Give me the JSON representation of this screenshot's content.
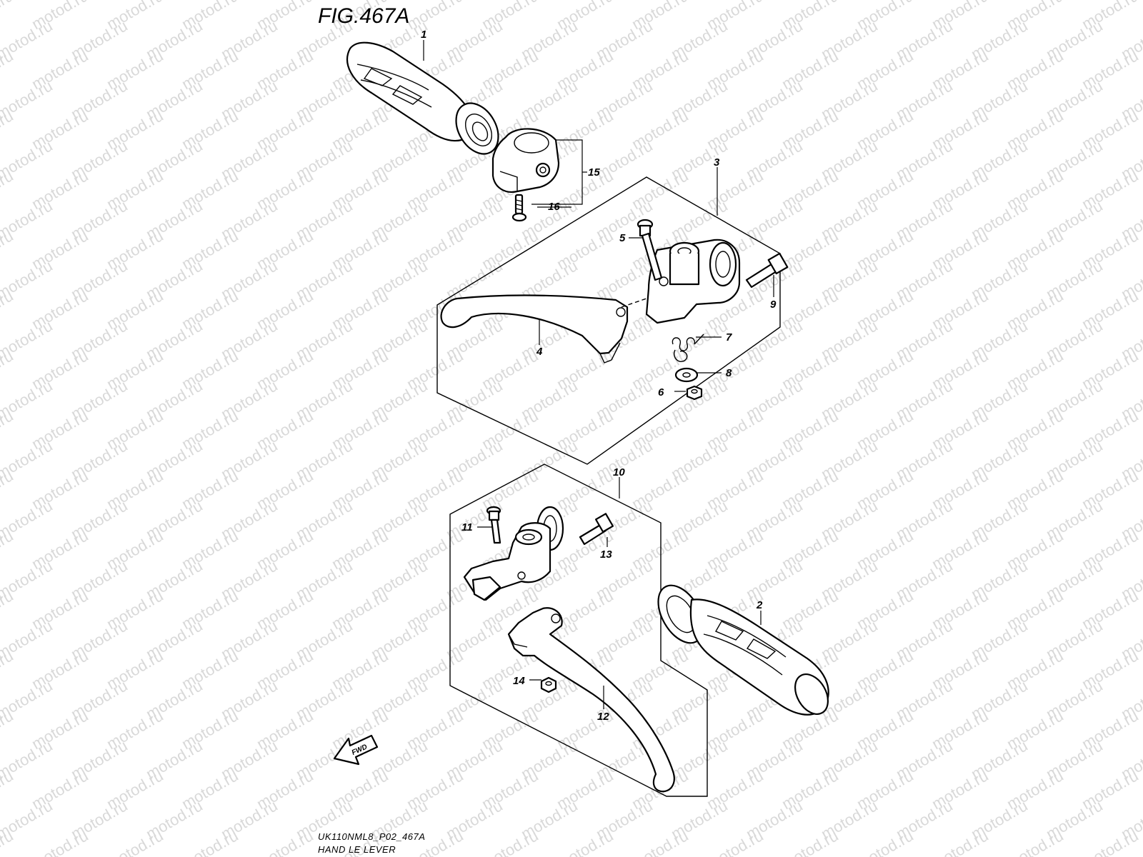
{
  "figure": {
    "title": "FIG.467A",
    "footer_code": "UK110NML8_P02_467A",
    "footer_name": "HAND LE LEVER",
    "watermark": "motod.ru",
    "fwd_label": "FWD"
  },
  "callouts": [
    {
      "id": "c1",
      "label": "1"
    },
    {
      "id": "c2",
      "label": "2"
    },
    {
      "id": "c3",
      "label": "3"
    },
    {
      "id": "c4",
      "label": "4"
    },
    {
      "id": "c5",
      "label": "5"
    },
    {
      "id": "c6",
      "label": "6"
    },
    {
      "id": "c7",
      "label": "7"
    },
    {
      "id": "c8",
      "label": "8"
    },
    {
      "id": "c9",
      "label": "9"
    },
    {
      "id": "c10",
      "label": "10"
    },
    {
      "id": "c11",
      "label": "11"
    },
    {
      "id": "c12",
      "label": "12"
    },
    {
      "id": "c13",
      "label": "13"
    },
    {
      "id": "c14",
      "label": "14"
    },
    {
      "id": "c15",
      "label": "15"
    },
    {
      "id": "c16",
      "label": "16"
    }
  ]
}
